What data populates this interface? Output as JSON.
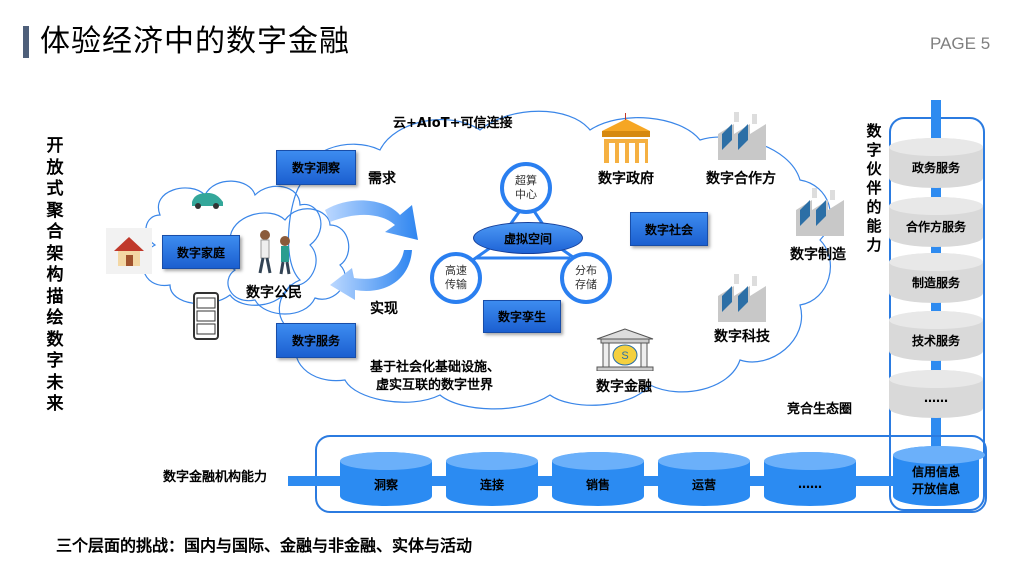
{
  "header": {
    "title": "体验经济中的数字金融",
    "page": "PAGE 5"
  },
  "left_vertical": "开放式聚合架构描绘数字未来",
  "cloud_left": {
    "digital_insight": "数字洞察",
    "digital_home": "数字家庭",
    "digital_citizen": "数字公民",
    "digital_service": "数字服务"
  },
  "flow": {
    "demand": "需求",
    "realize": "实现"
  },
  "center": {
    "top_caption": "云+AIoT+可信连接",
    "supercomputing": "超算\n中心",
    "supercomputing_l1": "超算",
    "supercomputing_l2": "中心",
    "virtual_space": "虚拟空间",
    "transfer_l1": "高速",
    "transfer_l2": "传输",
    "storage_l1": "分布",
    "storage_l2": "存储",
    "digital_twin": "数字孪生",
    "bottom_caption_l1": "基于社会化基础设施、",
    "bottom_caption_l2": "虚实互联的数字世界"
  },
  "right_cloud": {
    "gov": "数字政府",
    "partner": "数字合作方",
    "society": "数字社会",
    "manufacture": "数字制造",
    "tech": "数字科技",
    "finance": "数字金融",
    "ecosystem": "竞合生态圈"
  },
  "partner_capability": {
    "label": "数字伙伴的能力",
    "items": [
      "政务服务",
      "合作方服务",
      "制造服务",
      "技术服务",
      "……"
    ]
  },
  "fin_capability": {
    "label": "数字金融机构能力",
    "items": [
      "洞察",
      "连接",
      "销售",
      "运营",
      "……"
    ],
    "info_l1": "信用信息",
    "info_l2": "开放信息"
  },
  "footer": "三个层面的挑战：国内与国际、金融与非金融、实体与活动"
}
